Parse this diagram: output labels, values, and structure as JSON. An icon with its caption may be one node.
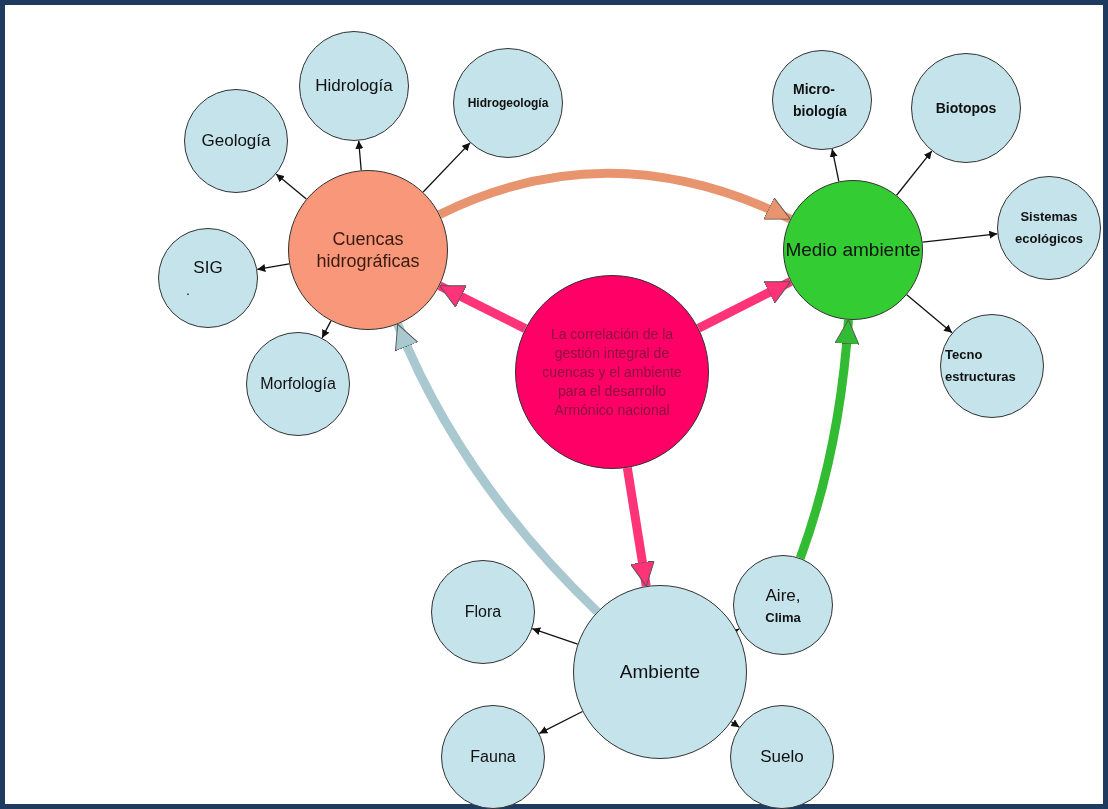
{
  "diagram": {
    "nodes": [
      {
        "text": [
          "La correlación de la gestión integral de cuencas y el ambiente para el desarrollo Armónico nacional"
        ]
      },
      {
        "text": [
          "Cuencas hidrográficas"
        ]
      },
      {
        "text": [
          "Geología"
        ]
      },
      {
        "text": [
          "Hidrología"
        ]
      },
      {
        "text": [
          "Hidrogeología"
        ]
      },
      {
        "text": [
          "SIG",
          "."
        ]
      },
      {
        "text": [
          "Morfología"
        ]
      },
      {
        "text": [
          "Medio ambiente"
        ]
      },
      {
        "text": [
          "Micro- biología"
        ]
      },
      {
        "text": [
          "Biotopos"
        ]
      },
      {
        "text": [
          "Sistemas ecológicos"
        ]
      },
      {
        "text": [
          "Tecno estructuras"
        ]
      },
      {
        "text": [
          "Ambiente"
        ]
      },
      {
        "text": [
          "Flora"
        ]
      },
      {
        "text": [
          "Aire,",
          "Clima"
        ]
      },
      {
        "text": [
          "Fauna"
        ]
      },
      {
        "text": [
          "Suelo"
        ]
      }
    ],
    "edges": [
      {
        "from": 1,
        "to": 2,
        "arrow": "to"
      },
      {
        "from": 1,
        "to": 3,
        "arrow": "to"
      },
      {
        "from": 1,
        "to": 4,
        "arrow": "to"
      },
      {
        "from": 1,
        "to": 5,
        "arrow": "to"
      },
      {
        "from": 1,
        "to": 6,
        "arrow": "to"
      },
      {
        "from": 7,
        "to": 8,
        "arrow": "to"
      },
      {
        "from": 7,
        "to": 9,
        "arrow": "to"
      },
      {
        "from": 7,
        "to": 10,
        "arrow": "to"
      },
      {
        "from": 7,
        "to": 11,
        "arrow": "to"
      },
      {
        "from": 12,
        "to": 13,
        "arrow": "to"
      },
      {
        "from": 12,
        "to": 14,
        "arrow": "to"
      },
      {
        "from": 12,
        "to": 15,
        "arrow": "to"
      },
      {
        "from": 12,
        "to": 16,
        "arrow": "to"
      },
      {
        "from": 0,
        "to": 1,
        "arrow": "to",
        "style": "thick",
        "color": "#ff3377"
      },
      {
        "from": 0,
        "to": 7,
        "arrow": "to",
        "style": "thick",
        "color": "#ff3377"
      },
      {
        "from": 0,
        "to": 12,
        "arrow": "to",
        "style": "thick",
        "color": "#ff3377"
      },
      {
        "from": 1,
        "to": 7,
        "arrow": "to",
        "style": "thick",
        "color": "#e8946f"
      },
      {
        "from": 12,
        "to": 1,
        "arrow": "to",
        "style": "thick",
        "color": "#a9c8d0"
      },
      {
        "from": 14,
        "to": 7,
        "arrow": "to",
        "style": "thick",
        "color": "#33bb33"
      }
    ]
  }
}
